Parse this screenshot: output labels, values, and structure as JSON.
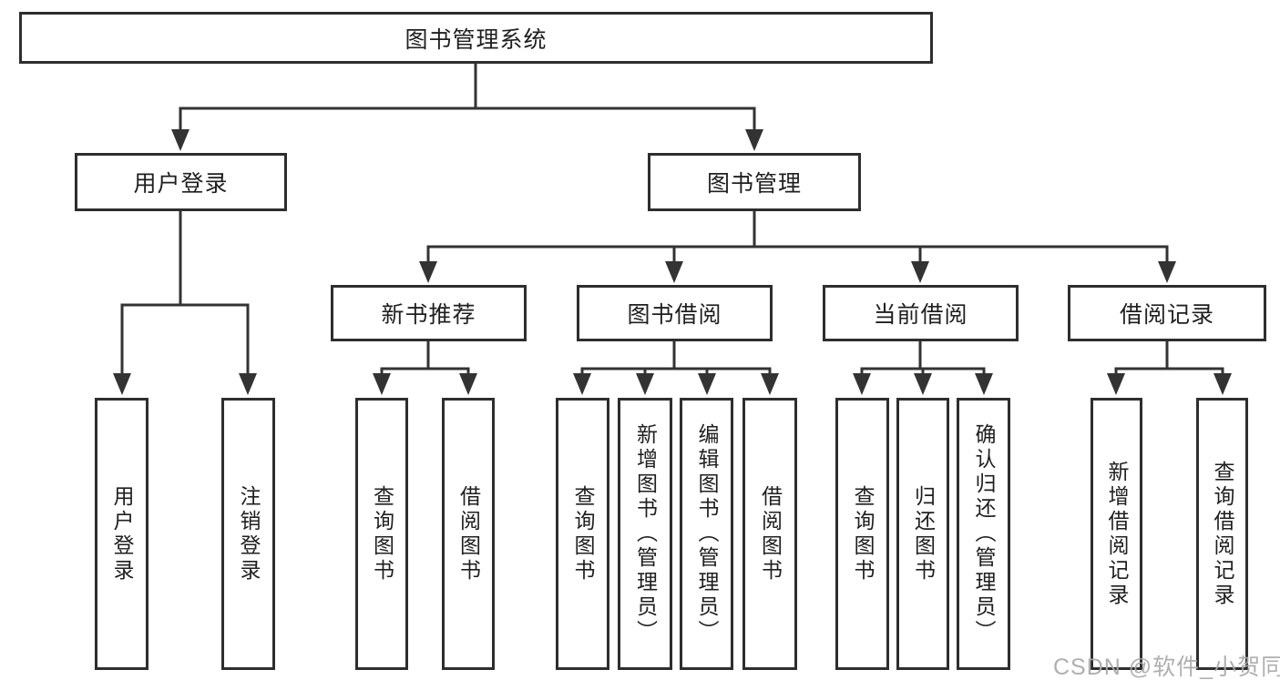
{
  "diagram": {
    "title": "图书管理系统",
    "nodes": {
      "root": {
        "label": "图书管理系统"
      },
      "level2": [
        {
          "label": "用户登录"
        },
        {
          "label": "图书管理"
        }
      ],
      "level3": [
        {
          "label": "新书推荐",
          "parent": "图书管理"
        },
        {
          "label": "图书借阅",
          "parent": "图书管理"
        },
        {
          "label": "当前借阅",
          "parent": "图书管理"
        },
        {
          "label": "借阅记录",
          "parent": "图书管理"
        }
      ],
      "leaves": [
        {
          "label": "用户登录",
          "parent": "用户登录"
        },
        {
          "label": "注销登录",
          "parent": "用户登录"
        },
        {
          "label": "查询图书",
          "parent": "新书推荐"
        },
        {
          "label": "借阅图书",
          "parent": "新书推荐"
        },
        {
          "label": "查询图书",
          "parent": "图书借阅"
        },
        {
          "label": "新增图书（管理员）",
          "parent": "图书借阅"
        },
        {
          "label": "编辑图书（管理员）",
          "parent": "图书借阅"
        },
        {
          "label": "借阅图书",
          "parent": "图书借阅"
        },
        {
          "label": "查询图书",
          "parent": "当前借阅"
        },
        {
          "label": "归还图书",
          "parent": "当前借阅"
        },
        {
          "label": "确认归还（管理员）",
          "parent": "当前借阅"
        },
        {
          "label": "新增借阅记录",
          "parent": "借阅记录"
        },
        {
          "label": "查询借阅记录",
          "parent": "借阅记录"
        }
      ]
    },
    "colors": {
      "line": "#333333",
      "box_border": "#2e2e2e",
      "text": "#1f1f1f",
      "background": "#ffffff",
      "watermark": "#a9a9a9"
    }
  },
  "watermark": {
    "text": "CSDN @软件_小贺同学"
  }
}
